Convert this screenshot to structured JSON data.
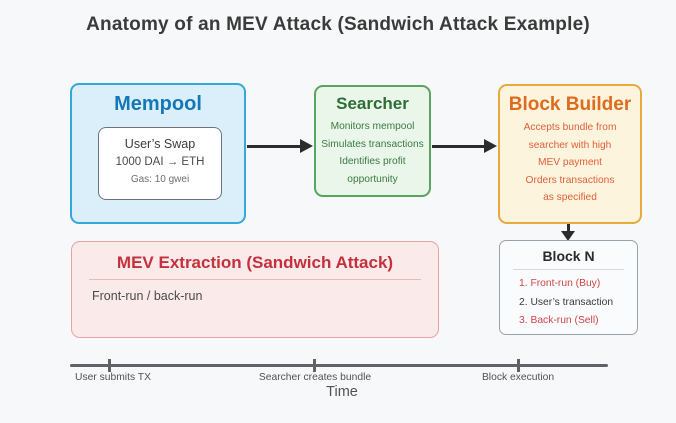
{
  "page": {
    "title": "Anatomy of an MEV Attack (Sandwich Attack Example)"
  },
  "mempool": {
    "title": "Mempool",
    "tx_card": {
      "name": "User’s Swap",
      "trade": "1000 DAI → ETH",
      "gas": "Gas: 10 gwei"
    }
  },
  "searcher": {
    "title": "Searcher",
    "lines": [
      "Monitors mempool",
      "Simulates transactions",
      "Identifies profit",
      "opportunity"
    ]
  },
  "block_builder": {
    "title": "Block Builder",
    "lines": [
      "Accepts bundle from",
      "searcher with high",
      "MEV payment",
      "Orders transactions",
      "as specified"
    ]
  },
  "mev_extraction": {
    "title": "MEV Extraction (Sandwich Attack)",
    "body": "Front-run / back-run"
  },
  "block_n": {
    "title": "Block N",
    "items": [
      "1. Front-run (Buy)",
      "2. User’s transaction",
      "3. Back-run (Sell)"
    ]
  },
  "timeline": {
    "milestones": [
      "User submits TX",
      "Searcher creates bundle",
      "Block execution"
    ],
    "axis_label": "Time"
  },
  "colors": {
    "background": "#f7f8f9",
    "mempool_border": "#35a7d8",
    "mempool_fill": "#dbeffb",
    "mempool_title": "#1478b8",
    "searcher_border": "#5aa361",
    "searcher_fill": "#eaf6ea",
    "searcher_text": "#2e6e35",
    "builder_border": "#e8a93e",
    "builder_fill": "#fcf4dd",
    "builder_title": "#de6b1e",
    "builder_text": "#e0603a",
    "mev_border": "#e9a2a2",
    "mev_fill": "#fbeaea",
    "mev_title": "#c4313c",
    "block_n_border": "#9aa2a9",
    "attack_step_red": "#cf4447",
    "arrow": "#2c2c2c",
    "timeline": "#5f6368"
  }
}
